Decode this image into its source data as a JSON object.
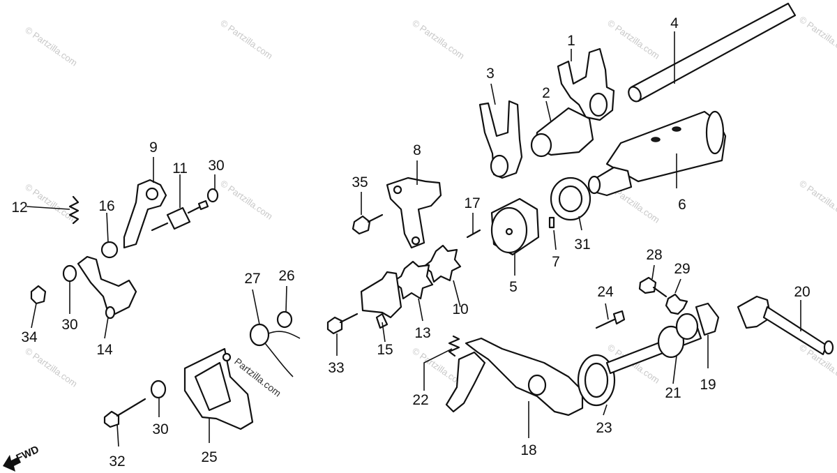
{
  "diagram": {
    "watermark_text": "© Partzilla.com",
    "brand_text": "Partzilla.com",
    "direction_label": "FWD",
    "callouts": [
      "1",
      "2",
      "3",
      "4",
      "5",
      "6",
      "7",
      "8",
      "9",
      "10",
      "11",
      "12",
      "13",
      "14",
      "15",
      "16",
      "17",
      "20",
      "19",
      "21",
      "22",
      "23",
      "24",
      "25",
      "26",
      "27",
      "28",
      "29",
      "30",
      "30",
      "30",
      "31",
      "32",
      "33",
      "34",
      "35",
      "18"
    ]
  }
}
